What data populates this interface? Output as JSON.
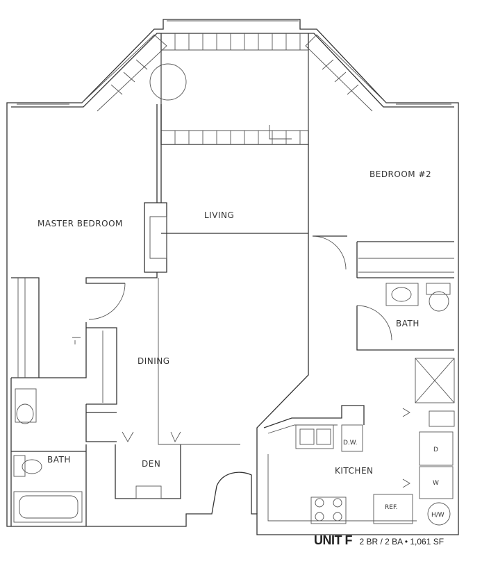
{
  "rooms": {
    "master_bedroom": "MASTER BEDROOM",
    "living": "LIVING",
    "bedroom2": "BEDROOM #2",
    "bath_right": "BATH",
    "dining": "DINING",
    "bath_left": "BATH",
    "den": "DEN",
    "kitchen": "KITCHEN"
  },
  "appliances": {
    "dishwasher": "D.W.",
    "refrigerator": "REF.",
    "dryer": "D",
    "washer": "W",
    "water_heater": "H/W"
  },
  "caption": {
    "unit": "UNIT F",
    "spec": "2 BR / 2 BA • 1,061 SF"
  }
}
